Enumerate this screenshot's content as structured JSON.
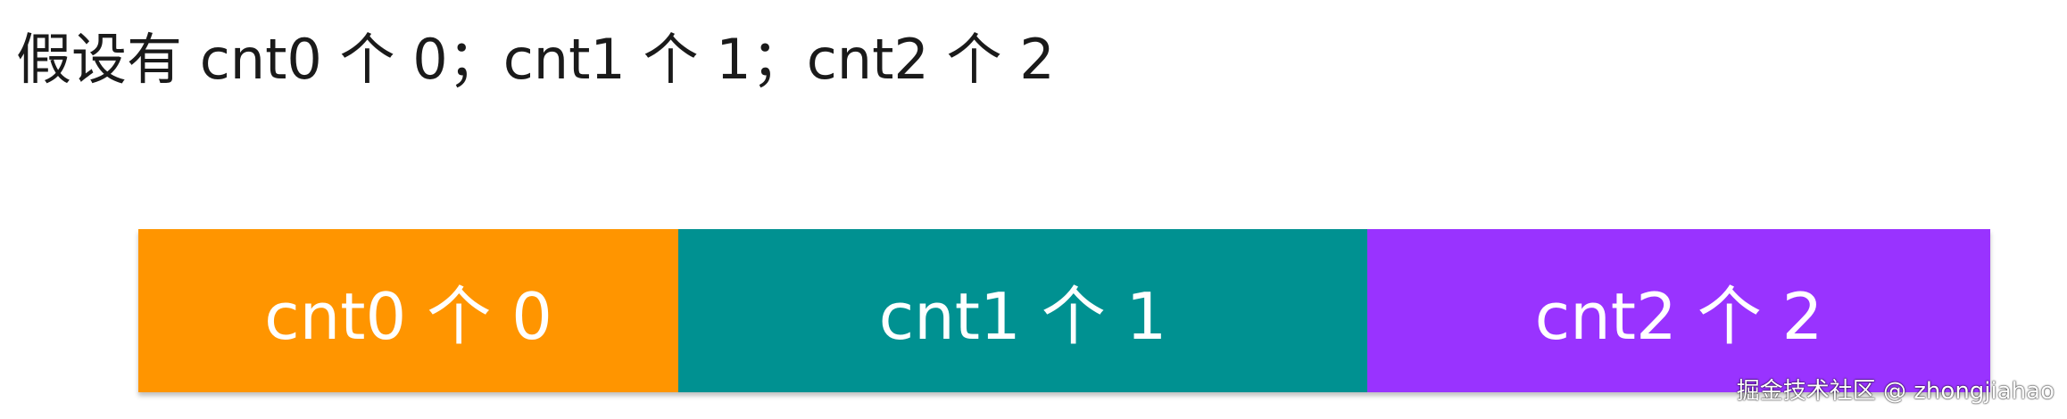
{
  "heading": "假设有 cnt0 个 0；cnt1 个 1；cnt2 个 2",
  "segments": [
    {
      "label": "cnt0 个 0",
      "color": "#FF9500"
    },
    {
      "label": "cnt1 个 1",
      "color": "#009191"
    },
    {
      "label": "cnt2 个 2",
      "color": "#9933FF"
    }
  ],
  "watermark": "掘金技术社区 @ zhongjiahao"
}
